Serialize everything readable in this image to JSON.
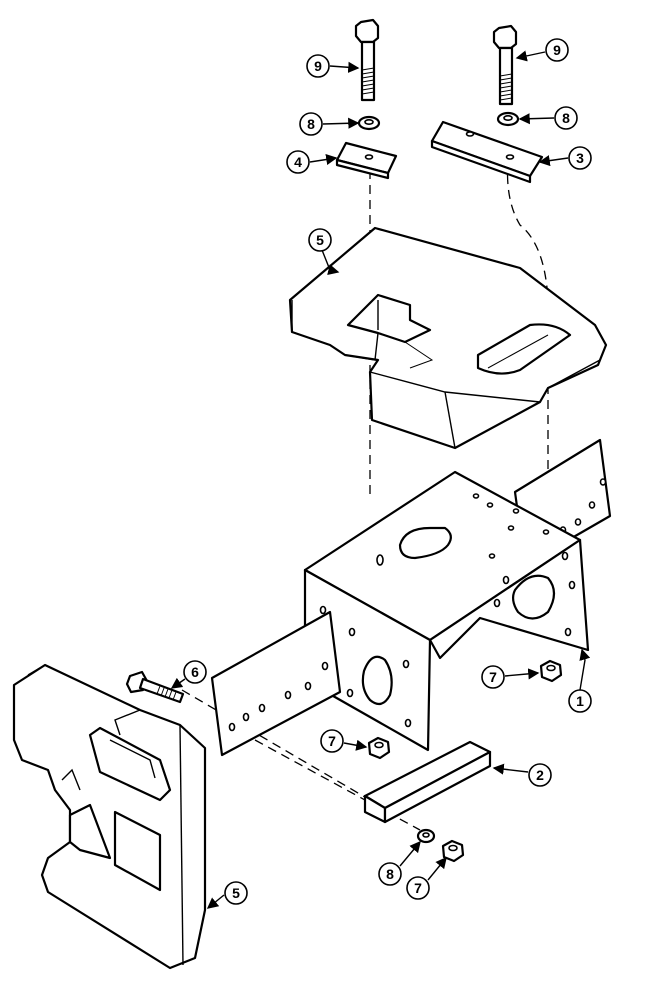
{
  "callouts": {
    "c1": "1",
    "c2": "2",
    "c3": "3",
    "c4": "4",
    "c5_top": "5",
    "c5_bottom": "5",
    "c6": "6",
    "c7_right": "7",
    "c7_mid": "7",
    "c7_bottom": "7",
    "c8_left": "8",
    "c8_right": "8",
    "c8_bottom": "8",
    "c9_left": "9",
    "c9_right": "9"
  },
  "colors": {
    "line": "#000000",
    "background": "#ffffff"
  }
}
